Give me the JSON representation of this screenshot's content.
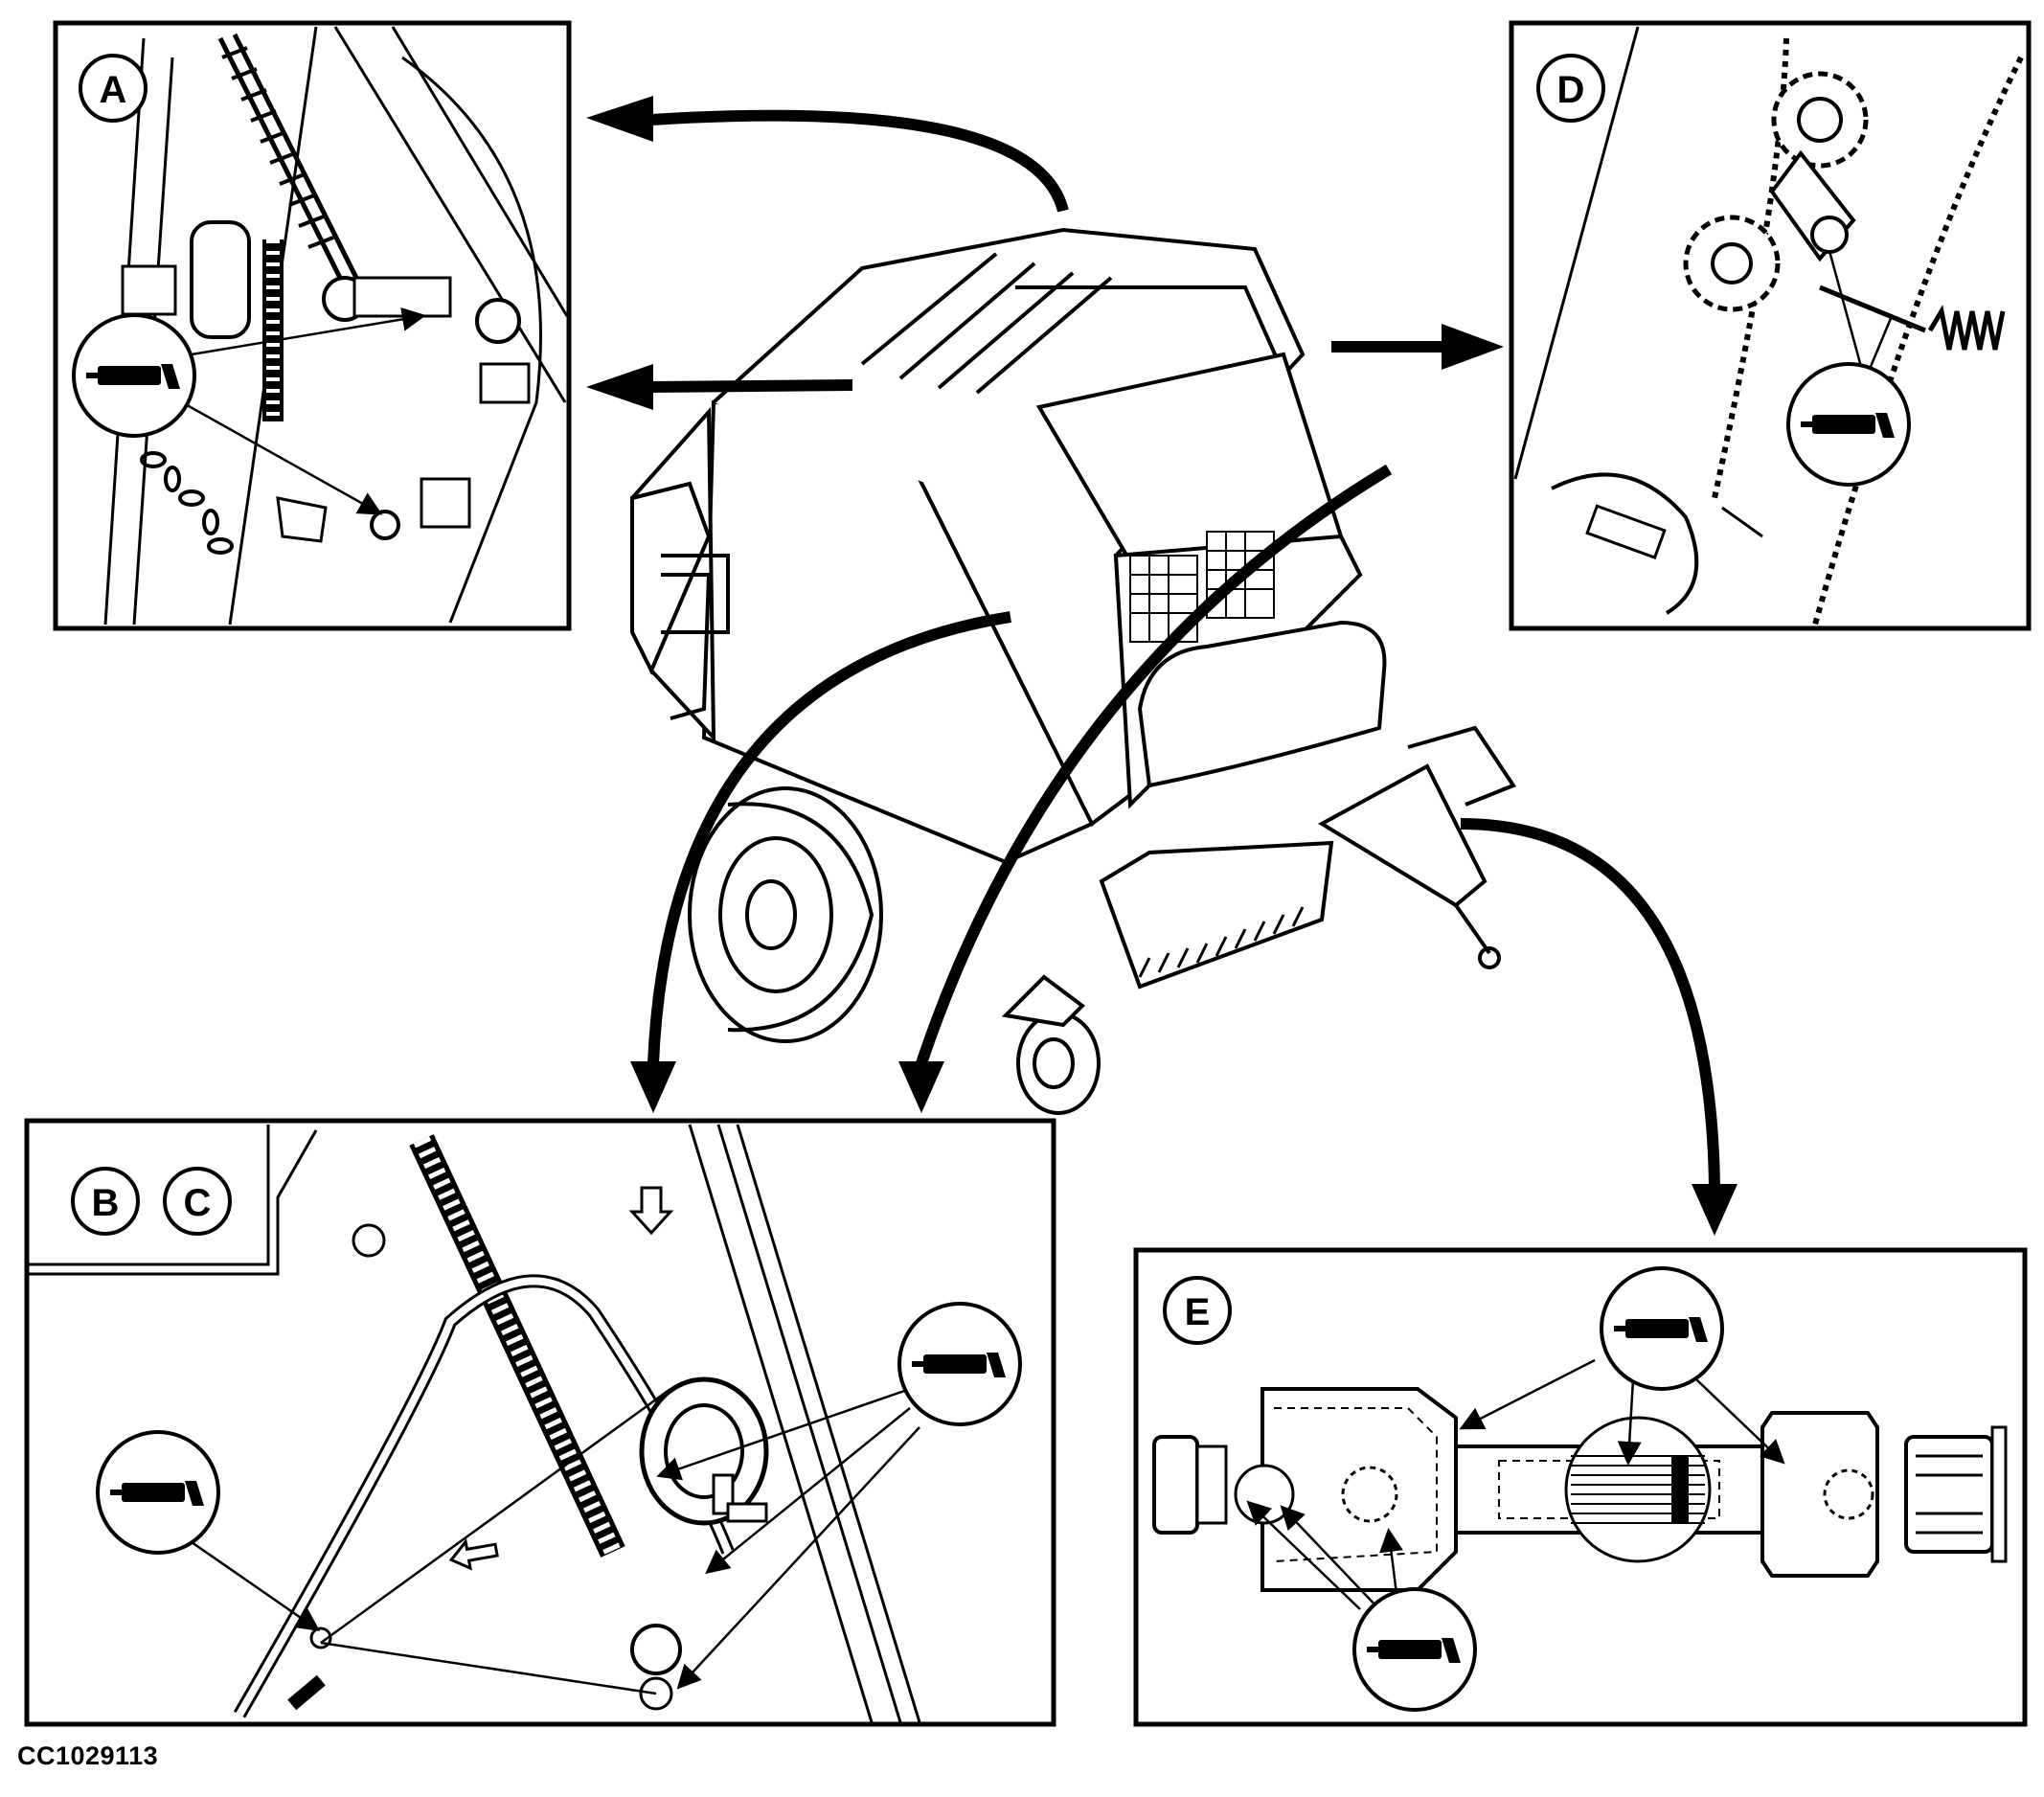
{
  "figure_id": "CC1029113",
  "panels": {
    "a": {
      "label": "A"
    },
    "b": {
      "label": "B"
    },
    "c": {
      "label": "C"
    },
    "d": {
      "label": "D"
    },
    "e": {
      "label": "E"
    }
  },
  "symbols": {
    "grease_gun": "grease-gun-icon"
  },
  "colors": {
    "ink": "#000000",
    "paper": "#ffffff"
  }
}
